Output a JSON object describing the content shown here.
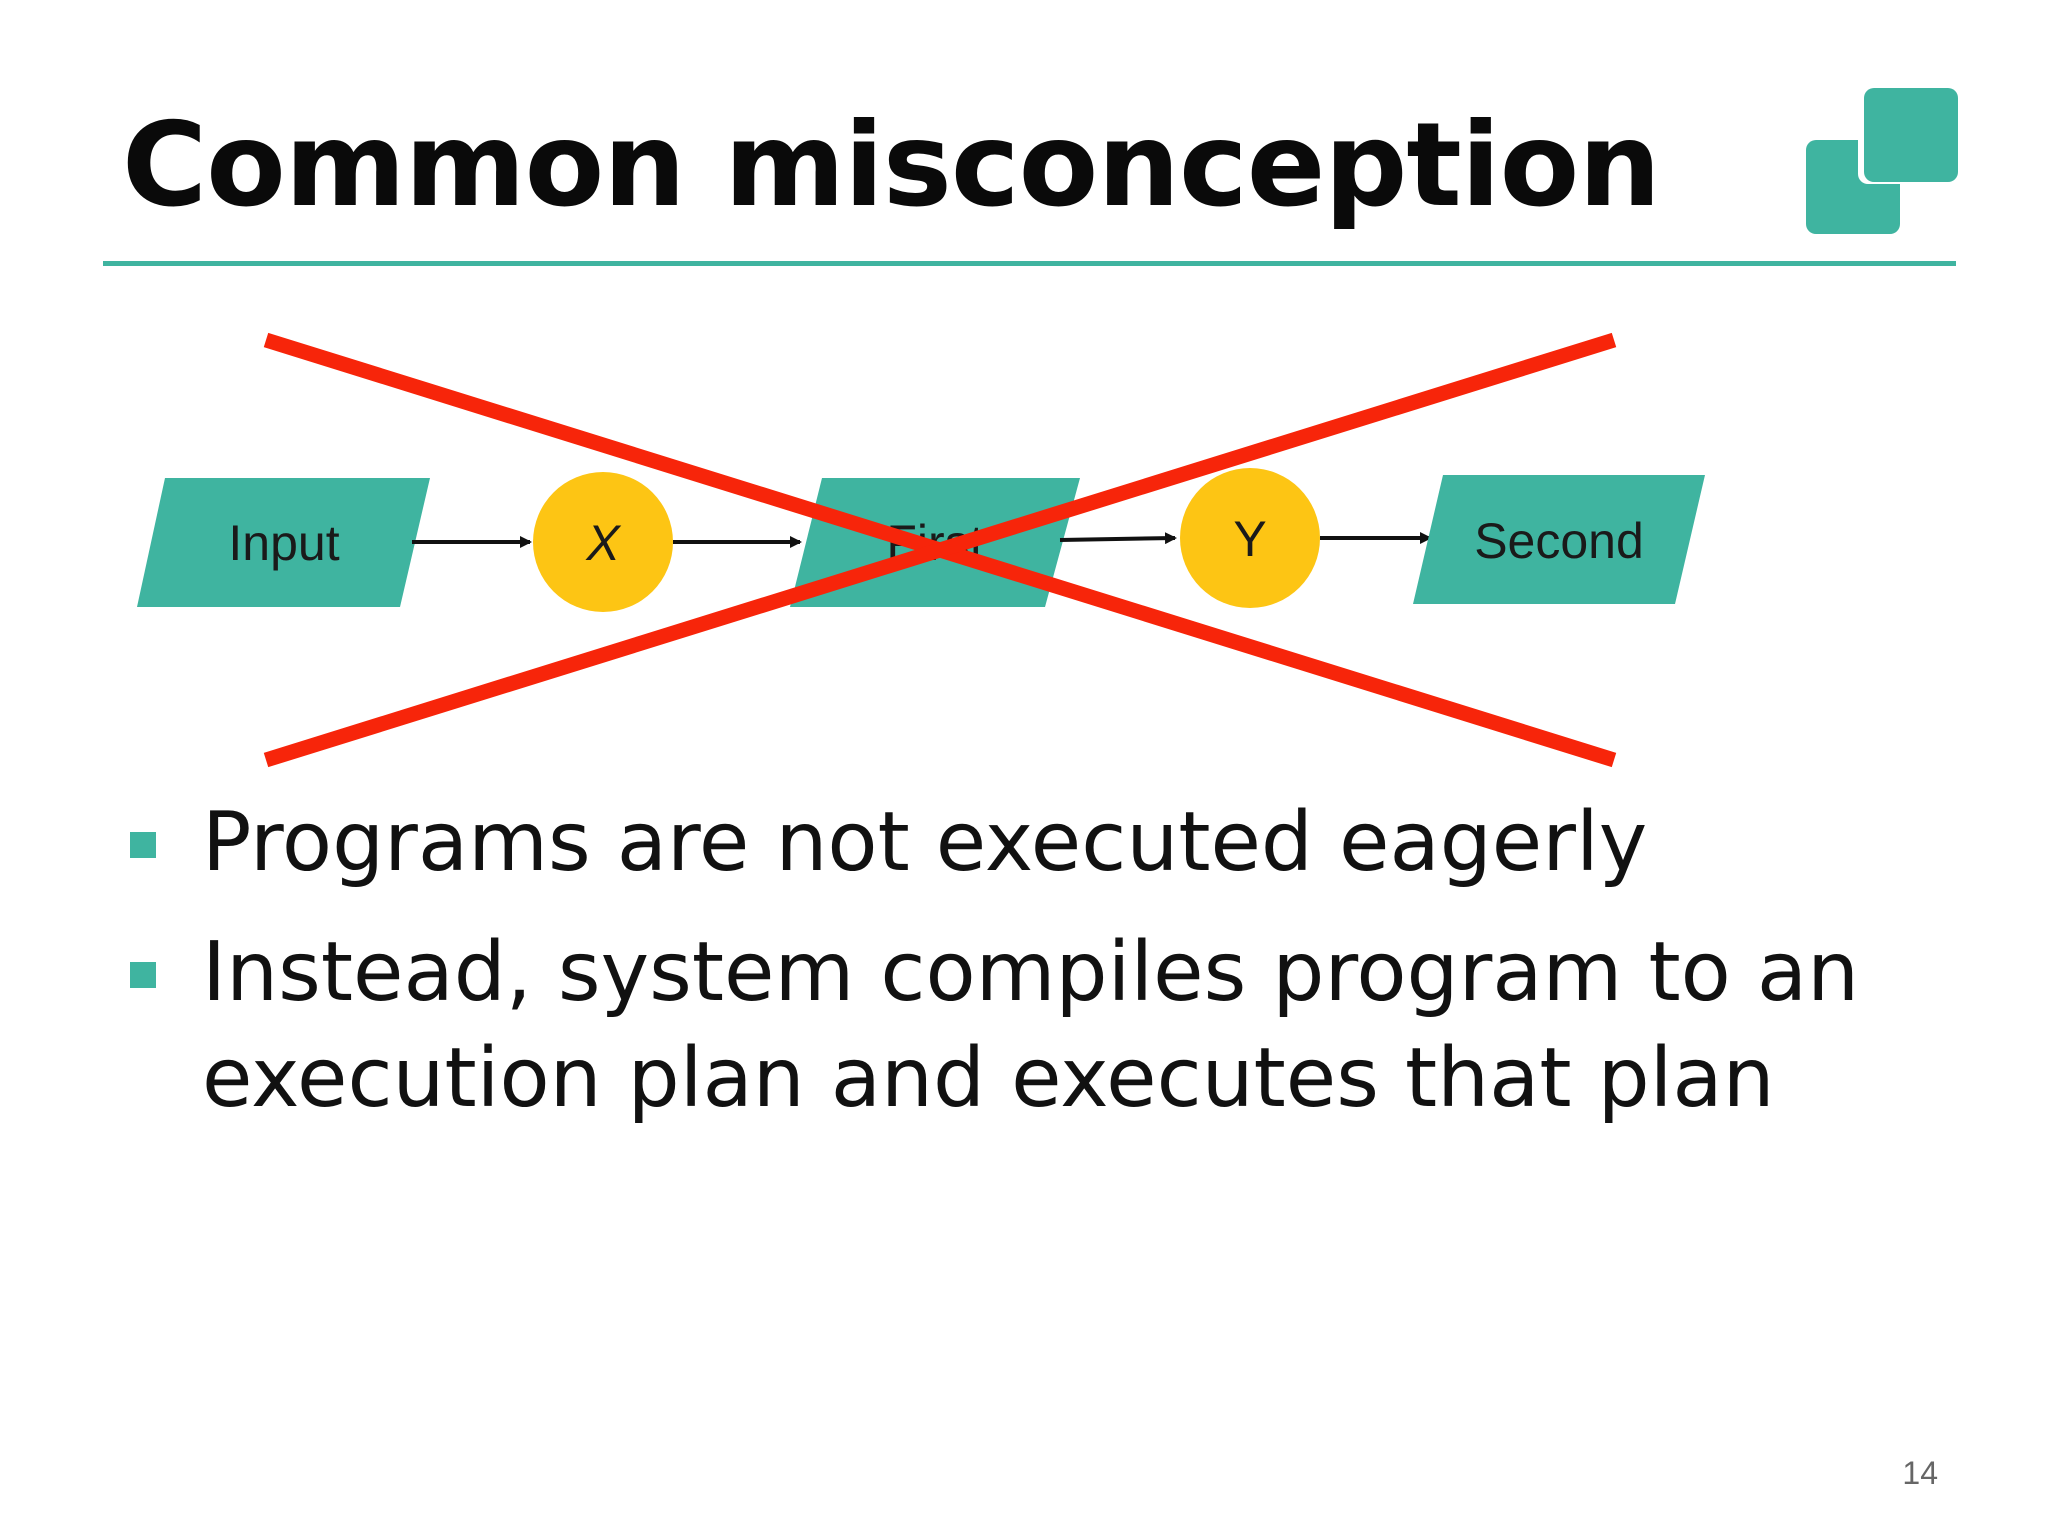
{
  "slide": {
    "title": "Common misconception",
    "page_number": "14"
  },
  "diagram": {
    "nodes": [
      {
        "label": "Input",
        "shape": "parallelogram"
      },
      {
        "label": "X",
        "shape": "circle"
      },
      {
        "label": "First",
        "shape": "parallelogram"
      },
      {
        "label": "Y",
        "shape": "circle"
      },
      {
        "label": "Second",
        "shape": "parallelogram"
      }
    ],
    "crossed_out": true
  },
  "bullets": [
    "Programs are not executed eagerly",
    "Instead, system compiles program to an execution plan and executes that plan"
  ],
  "colors": {
    "accent": "#3fb4a0",
    "circle": "#fdc514",
    "cross": "#f7250a",
    "text": "#111111"
  },
  "icons": {
    "logo": "overlapping-squares-logo"
  }
}
